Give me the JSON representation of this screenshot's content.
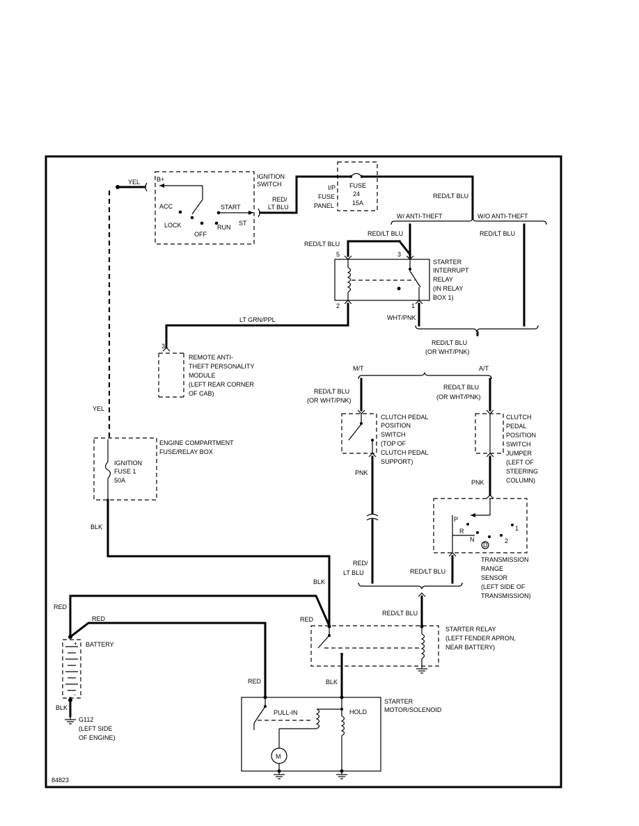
{
  "labels": {
    "yel_top": "YEL",
    "b_plus": "B+",
    "ignition_switch": [
      "IGNITION",
      "SWITCH"
    ],
    "acc": "ACC",
    "lock": "LOCK",
    "off": "OFF",
    "run": "RUN",
    "start": "START",
    "st": "ST",
    "red_lt_blu_sw": [
      "RED/",
      "LT BLU"
    ],
    "ip_fuse_panel": [
      "I/P",
      "FUSE",
      "PANEL"
    ],
    "fuse24": [
      "FUSE",
      "24",
      "15A"
    ],
    "red_lt_blu_top": "RED/LT BLU",
    "w_anti_theft": "W/ ANTI-THEFT",
    "wo_anti_theft": "W/O ANTI-THEFT",
    "red_lt_blu_relay3": "RED/LT BLU",
    "red_lt_blu_wo": "RED/LT BLU",
    "red_lt_blu_relay5": "RED/LT BLU",
    "pin5": "5",
    "pin3": "3",
    "pin2": "2",
    "pin1": "1",
    "starter_interrupt": [
      "STARTER",
      "INTERRUPT",
      "RELAY",
      "(IN RELAY",
      "BOX 1)"
    ],
    "wht_pnk": "WHT/PNK",
    "lt_grn_ppl": "LT GRN/PPL",
    "pin3_module": "3",
    "remote_module": [
      "REMOTE ANTI-",
      "THEFT PERSONALITY",
      "MODULE",
      "(LEFT REAR CORNER",
      "OF CAB)"
    ],
    "red_lt_blu_or_wht": [
      "RED/LT BLU",
      "(OR WHT/PNK)"
    ],
    "mt": "M/T",
    "at": "A/T",
    "red_lt_blu_mt": [
      "RED/LT BLU",
      "(OR WHT/PNK)"
    ],
    "red_lt_blu_at": [
      "RED/LT BLU",
      "(OR WHT/PNK)"
    ],
    "clutch_switch": [
      "CLUTCH PEDAL",
      "POSITION",
      "SWITCH",
      "(TOP OF",
      "CLUTCH PEDAL",
      "SUPPORT)"
    ],
    "clutch_jumper": [
      "CLUTCH",
      "PEDAL",
      "POSITION",
      "SWITCH",
      "JUMPER",
      "(LEFT OF",
      "STEERING",
      "COLUMN)"
    ],
    "yel_left": "YEL",
    "engine_box": [
      "ENGINE COMPARTMENT",
      "FUSE/RELAY BOX"
    ],
    "ign_fuse": [
      "IGNITION",
      "FUSE 1",
      "50A"
    ],
    "pnk_left": "PNK",
    "pnk_right": "PNK",
    "trs_letters": [
      "P",
      "R",
      "N",
      "D",
      "1",
      "2"
    ],
    "trs": [
      "TRANSMISSION",
      "RANGE",
      "SENSOR",
      "(LEFT SIDE OF",
      "TRANSMISSION)"
    ],
    "blk_left": "BLK",
    "red_lt_blu_bottom_left": [
      "RED/",
      "LT BLU"
    ],
    "red_lt_blu_bottom_right": "RED/LT BLU",
    "blk_mid": "BLK",
    "red_top": "RED",
    "red_second": "RED",
    "red_relay": "RED",
    "red_lt_blu_starter_relay": "RED/LT BLU",
    "starter_relay": [
      "STARTER RELAY",
      "(LEFT FENDER APRON,",
      "NEAR BATTERY)"
    ],
    "battery": "BATTERY",
    "plus": "+",
    "minus": "-",
    "red_solenoid": "RED",
    "blk_relay_out": "BLK",
    "starter_motor": [
      "STARTER",
      "MOTOR/SOLENOID"
    ],
    "pull_in": "PULL-IN",
    "hold": "HOLD",
    "motor": "M",
    "blk_ground": "BLK",
    "g112": [
      "G112",
      "(LEFT SIDE",
      "OF ENGINE)"
    ],
    "diagram_number": "84823"
  }
}
